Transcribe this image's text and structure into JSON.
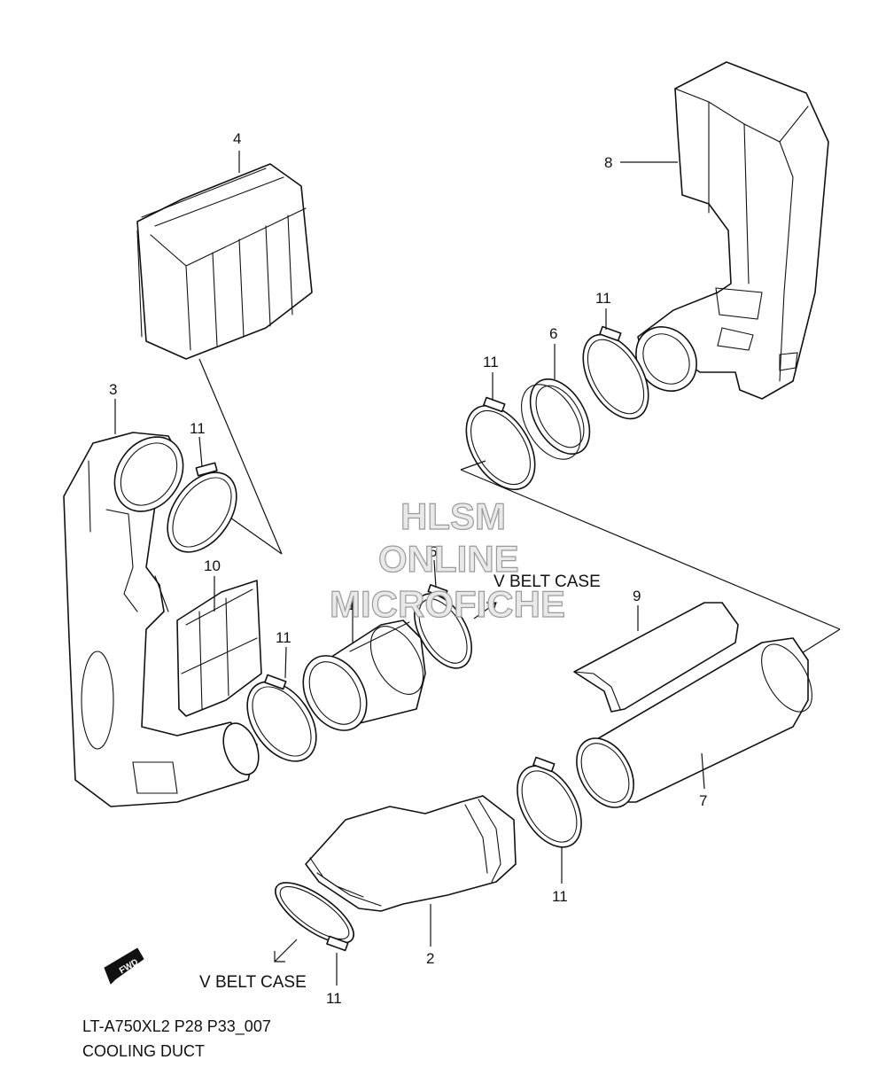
{
  "diagram": {
    "part_numbers": {
      "n1": "1",
      "n2": "2",
      "n3": "3",
      "n4": "4",
      "n5": "5",
      "n6": "6",
      "n7": "7",
      "n8": "8",
      "n9": "9",
      "n10": "10",
      "n11": "11"
    },
    "direction_labels": {
      "upper": "V BELT CASE",
      "lower": "V BELT CASE",
      "fwd": "FWD"
    },
    "watermark": [
      "HLSM",
      "ONLINE",
      "MICROFICHE"
    ],
    "footer": {
      "code": "LT-A750XL2 P28 P33_007",
      "title": "COOLING DUCT"
    }
  }
}
